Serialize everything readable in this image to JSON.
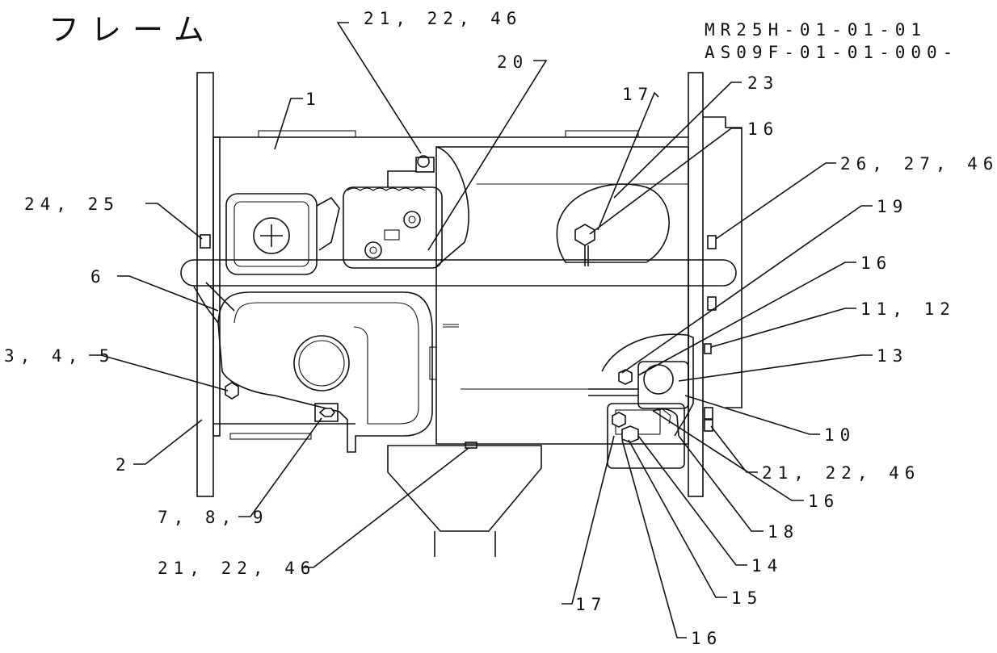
{
  "drawing": {
    "title": "フレーム",
    "model_code": "MR25H-01-01-01",
    "assembly_code": "AS09F-01-01-000-"
  },
  "callouts": {
    "c_21_22_46_top": "21, 22, 46",
    "c_20": "20",
    "c_1": "1",
    "c_17_top": "17",
    "c_23": "23",
    "c_16_a": "16",
    "c_26_27_46": "26, 27, 46",
    "c_24_25": "24, 25",
    "c_19": "19",
    "c_6": "6",
    "c_16_b": "16",
    "c_11_12": "11, 12",
    "c_3_4_5": "3, 4, 5",
    "c_13": "13",
    "c_10": "10",
    "c_21_22_46_right": "21, 22, 46",
    "c_2": "2",
    "c_16_c": "16",
    "c_7_8_9": "7, 8, 9",
    "c_18": "18",
    "c_21_22_46_bottom": "21, 22, 46",
    "c_14": "14",
    "c_15": "15",
    "c_17_bottom": "17",
    "c_16_d": "16"
  }
}
